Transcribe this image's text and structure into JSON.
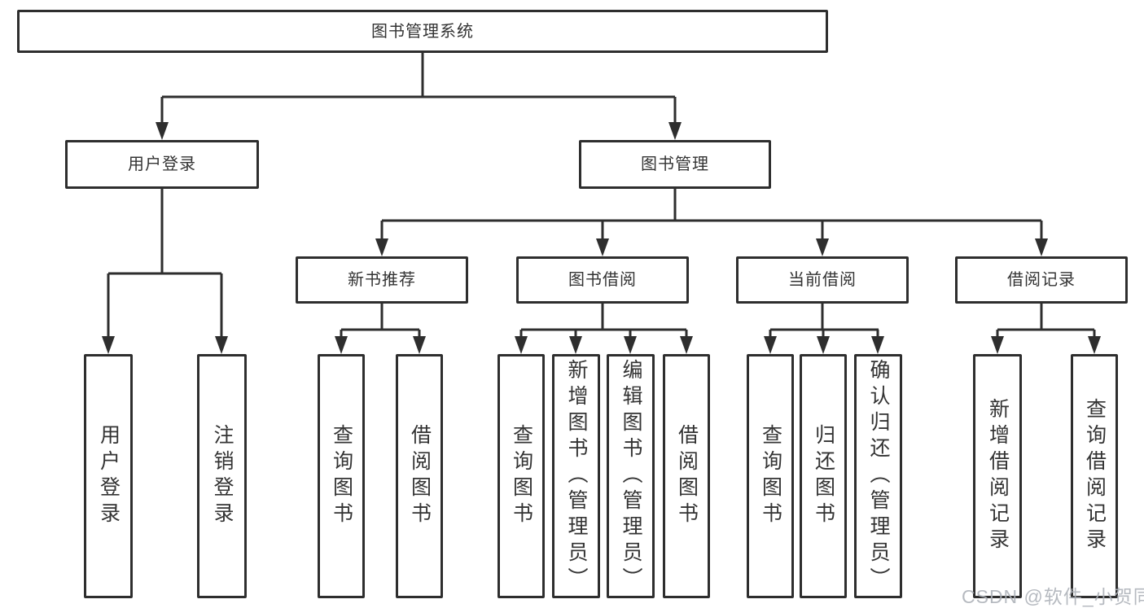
{
  "diagram": {
    "title": "图书管理系统",
    "tree": {
      "label": "图书管理系统",
      "children": [
        {
          "label": "用户登录",
          "children": [
            {
              "label": "用户登录"
            },
            {
              "label": "注销登录"
            }
          ]
        },
        {
          "label": "图书管理",
          "children": [
            {
              "label": "新书推荐",
              "children": [
                {
                  "label": "查询图书"
                },
                {
                  "label": "借阅图书"
                }
              ]
            },
            {
              "label": "图书借阅",
              "children": [
                {
                  "label": "查询图书"
                },
                {
                  "label": "新增图书（管理员）"
                },
                {
                  "label": "编辑图书（管理员）"
                },
                {
                  "label": "借阅图书"
                }
              ]
            },
            {
              "label": "当前借阅",
              "children": [
                {
                  "label": "查询图书"
                },
                {
                  "label": "归还图书"
                },
                {
                  "label": "确认归还（管理员）"
                }
              ]
            },
            {
              "label": "借阅记录",
              "children": [
                {
                  "label": "新增借阅记录"
                },
                {
                  "label": "查询借阅记录"
                }
              ]
            }
          ]
        }
      ]
    },
    "colors": {
      "box_border": "#2e2e2e",
      "box_fill": "#ffffff",
      "connector": "#333333",
      "text": "#333333",
      "watermark": "#b0b5bb"
    }
  },
  "watermark": {
    "text": "CSDN @软件_小贺同学"
  }
}
